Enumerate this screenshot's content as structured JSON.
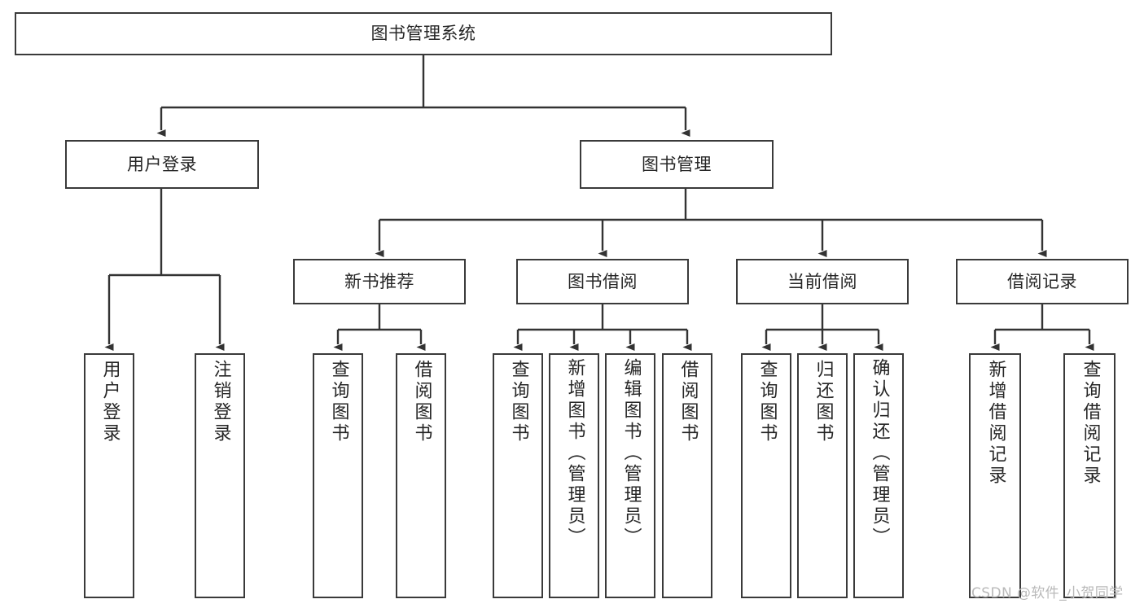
{
  "diagram": {
    "title": "图书管理系统",
    "type": "tree-structure-chart",
    "root": {
      "id": "root",
      "label": "图书管理系统"
    },
    "level2": [
      {
        "id": "user-login",
        "label": "用户登录"
      },
      {
        "id": "book-manage",
        "label": "图书管理"
      }
    ],
    "level3": [
      {
        "id": "new-book-rec",
        "label": "新书推荐",
        "parent": "book-manage"
      },
      {
        "id": "book-borrow",
        "label": "图书借阅",
        "parent": "book-manage"
      },
      {
        "id": "current-borrow",
        "label": "当前借阅",
        "parent": "book-manage"
      },
      {
        "id": "borrow-record",
        "label": "借阅记录",
        "parent": "book-manage"
      }
    ],
    "leaves": {
      "user-login": [
        {
          "id": "leaf-user-login",
          "label": "用户登录"
        },
        {
          "id": "leaf-logout",
          "label": "注销登录"
        }
      ],
      "new-book-rec": [
        {
          "id": "leaf-query-book-1",
          "label": "查询图书"
        },
        {
          "id": "leaf-borrow-book-1",
          "label": "借阅图书"
        }
      ],
      "book-borrow": [
        {
          "id": "leaf-query-book-2",
          "label": "查询图书"
        },
        {
          "id": "leaf-add-book",
          "label": "新增图书（管理员）"
        },
        {
          "id": "leaf-edit-book",
          "label": "编辑图书（管理员）"
        },
        {
          "id": "leaf-borrow-book-2",
          "label": "借阅图书"
        }
      ],
      "current-borrow": [
        {
          "id": "leaf-query-book-3",
          "label": "查询图书"
        },
        {
          "id": "leaf-return-book",
          "label": "归还图书"
        },
        {
          "id": "leaf-confirm-return",
          "label": "确认归还（管理员）"
        }
      ],
      "borrow-record": [
        {
          "id": "leaf-add-record",
          "label": "新增借阅记录"
        },
        {
          "id": "leaf-query-record",
          "label": "查询借阅记录"
        }
      ]
    }
  },
  "watermark": {
    "text": "CSDN @软件_小贺同学"
  },
  "colors": {
    "border": "#3a3a3a",
    "text": "#262626",
    "background": "#ffffff",
    "edge": "#333333",
    "watermark": "#b9b9b9"
  }
}
